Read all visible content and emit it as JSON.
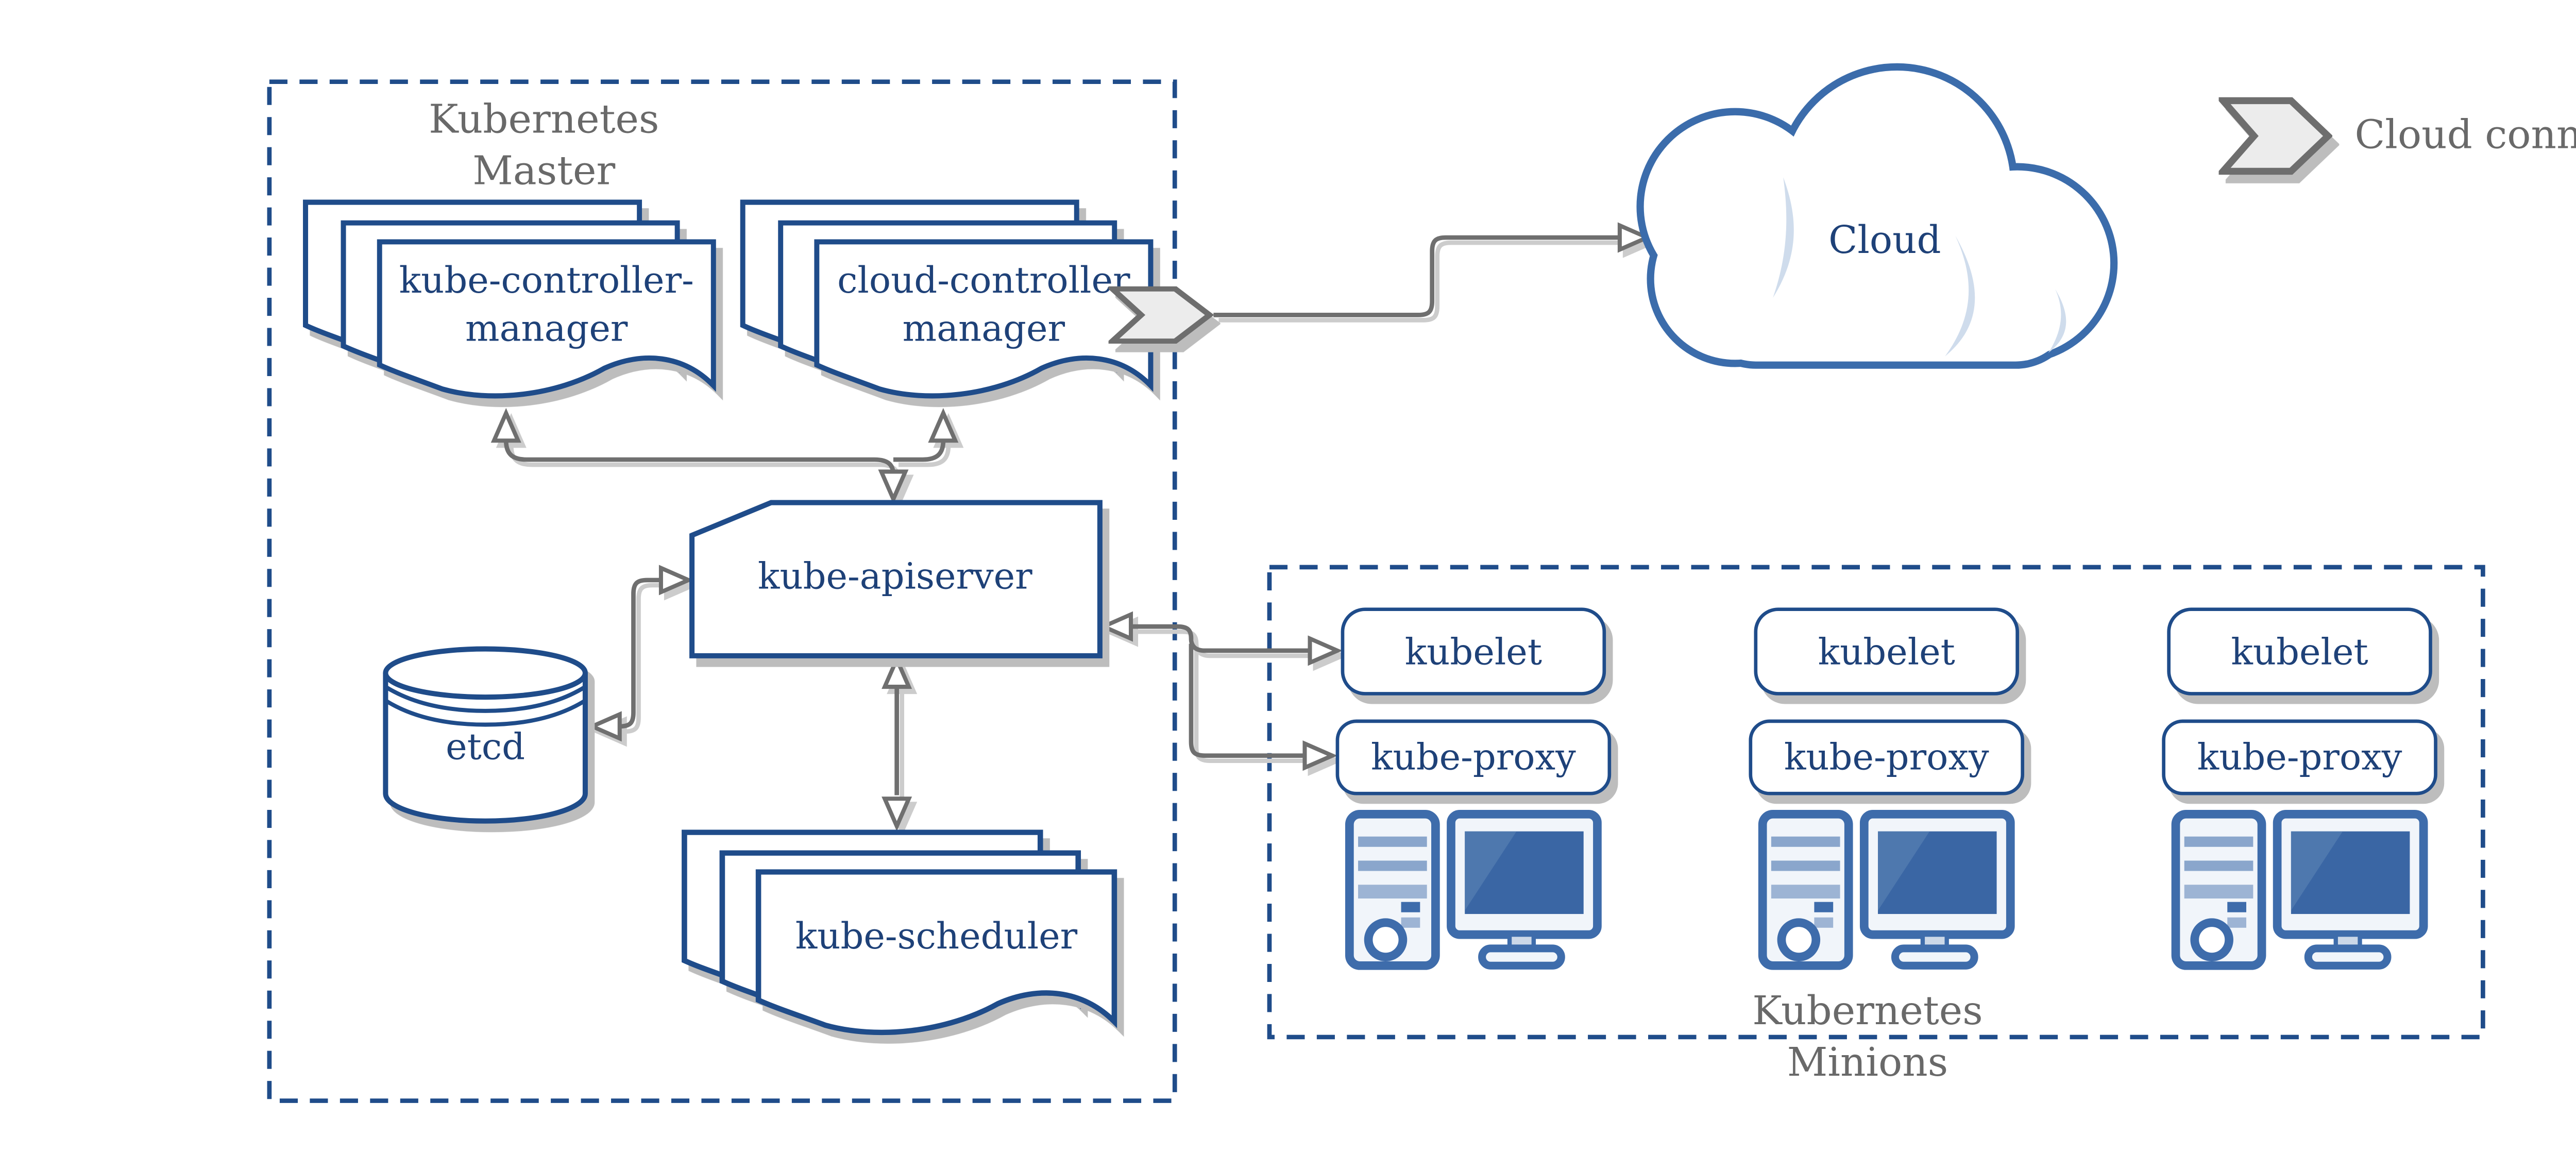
{
  "master": {
    "title": "Kubernetes Master",
    "kcm_line1": "kube-controller-",
    "kcm_line2": "manager",
    "ccm_line1": "cloud-controller",
    "ccm_line2": "manager",
    "apiserver": "kube-apiserver",
    "etcd": "etcd",
    "scheduler": "kube-scheduler"
  },
  "cloud": {
    "label": "Cloud"
  },
  "legend": {
    "label": "Cloud connector"
  },
  "minions": {
    "title": "Kubernetes Minions",
    "nodes": [
      {
        "kubelet": "kubelet",
        "kube_proxy": "kube-proxy"
      },
      {
        "kubelet": "kubelet",
        "kube_proxy": "kube-proxy"
      },
      {
        "kubelet": "kubelet",
        "kube_proxy": "kube-proxy"
      }
    ]
  },
  "icons": {
    "cloud_connector": "chevron-arrow",
    "controller_stack": "document-stack",
    "etcd_store": "database-cylinder",
    "minion_host": "desktop-workstation",
    "cloud": "cloud-outline"
  },
  "colors": {
    "outline_blue": "#1f4c8a",
    "text_blue": "#1e4178",
    "cloud_blue": "#3b6cab",
    "cloud_accent": "#cfdcec",
    "node_blue": "#3e6cab",
    "node_fill": "#f1f5fa",
    "screen_blue": "#3a66a4",
    "arrow_gray": "#6f6f6f",
    "label_gray": "#696969",
    "shadow_gray": "#bdbdbd",
    "chevron_fill": "#ececec"
  }
}
